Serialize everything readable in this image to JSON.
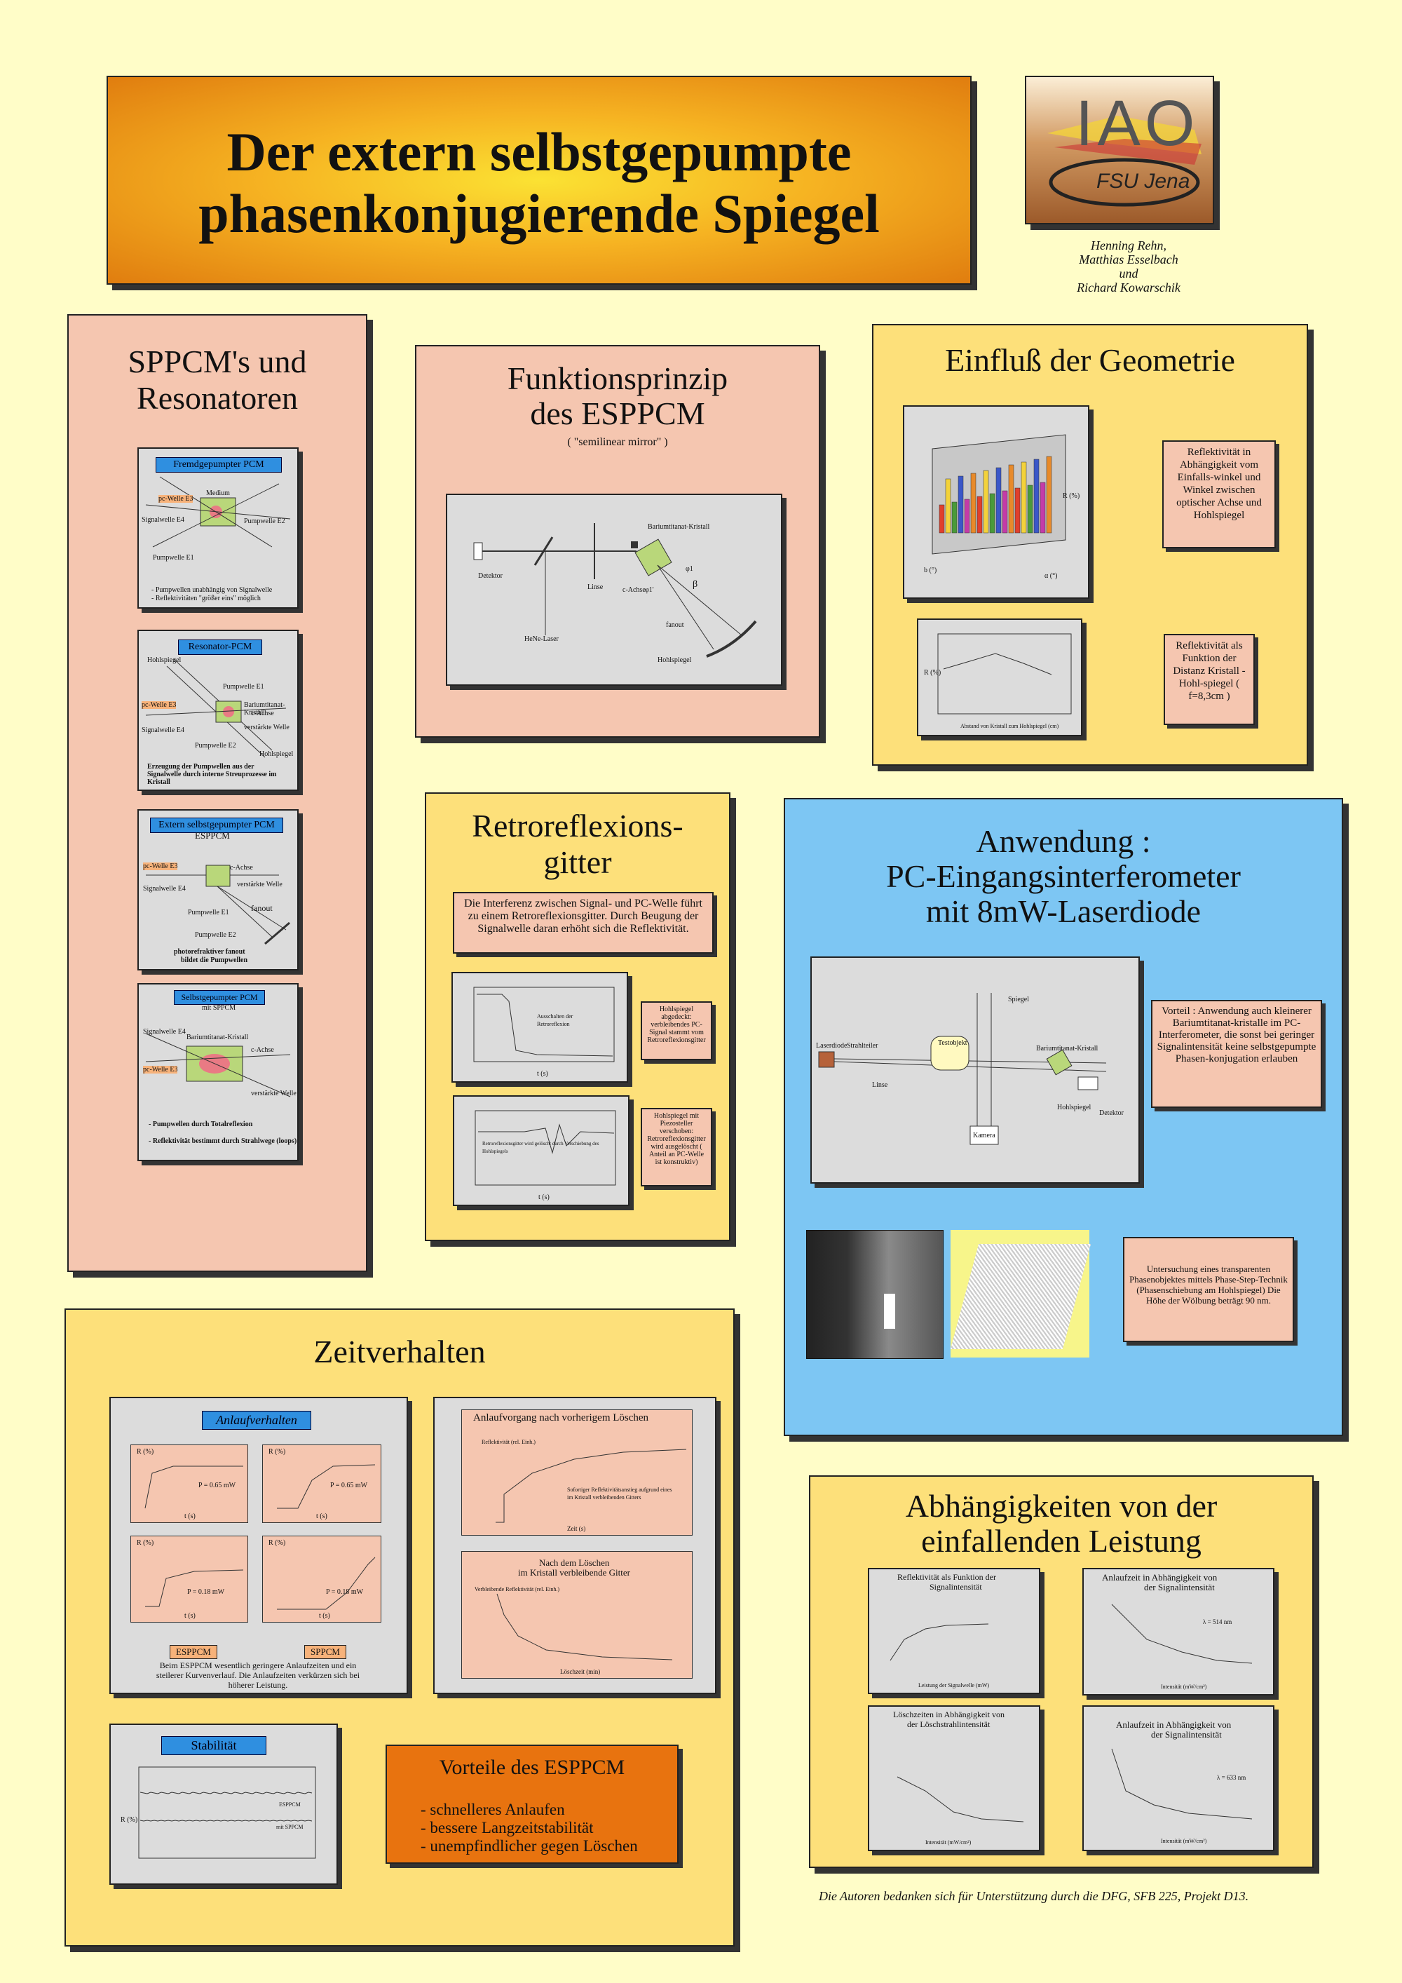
{
  "title": {
    "line1": "Der extern selbstgepumpte",
    "line2": "phasenkonjugierende Spiegel"
  },
  "logo": {
    "main": "IAO",
    "sub": "FSU Jena"
  },
  "authors": [
    "Henning Rehn,",
    "Matthias Esselbach",
    "und",
    "Richard Kowarschik"
  ],
  "sppcm": {
    "title1": "SPPCM's und",
    "title2": "Resonatoren",
    "fremd": {
      "tag": "Fremdgepumpter PCM",
      "pc": "pc-Welle E3",
      "medium": "Medium",
      "signal": "Signalwelle E4",
      "pump2": "Pumpwelle E2",
      "pump1": "Pumpwelle E1",
      "note1": "- Pumpwellen unabhängig von Signalwelle",
      "note2": "- Reflektivitäten \"größer eins\" möglich"
    },
    "reso": {
      "tag": "Resonator-PCM",
      "hohl1": "Hohlspiegel",
      "pumpe": "Pumpwelle E1",
      "pc": "pc-Welle E3",
      "crystal": "Bariumtitanat-Kristall",
      "caxis": "c-Achse",
      "signal": "Signalwelle E4",
      "verst": "verstärkte Welle",
      "pump2": "Pumpwelle E2",
      "hohl2": "Hohlspiegel",
      "note": "Erzeugung der Pumpwellen aus der Signalwelle durch interne Streuprozesse im Kristall"
    },
    "extern": {
      "tag1": "Extern selbstgepumpter PCM",
      "tag2": "ESPPCM",
      "pc": "pc-Welle E3",
      "caxis": "c-Achse",
      "signal": "Signalwelle E4",
      "verst": "verstärkte Welle",
      "pump1": "Pumpwelle E1",
      "fanout": "fanout",
      "pump2": "Pumpwelle E2",
      "note1": "photorefraktiver fanout",
      "note2": "bildet die Pumpwellen"
    },
    "self": {
      "tag1": "Selbstgepumpter PCM",
      "tag2": "mit SPPCM",
      "signal": "Signalwelle E4",
      "crystal": "Bariumtitanat-Kristall",
      "caxis": "c-Achse",
      "pc": "pc-Welle E3",
      "verst": "verstärkte Welle",
      "note1": "- Pumpwellen durch Totalreflexion",
      "note2": "- Reflektivität bestimmt durch Strahlwege (loops)"
    }
  },
  "funktion": {
    "title1": "Funktionsprinzip",
    "title2": "des ESPPCM",
    "sub": "( \"semilinear mirror\" )",
    "detektor": "Detektor",
    "laser": "HeNe-Laser",
    "linse": "Linse",
    "kristall": "Bariumtitanat-Kristall",
    "caxis": "c-Achse",
    "phi": "φ1",
    "phi2": "φ1'",
    "beta": "β",
    "fanout": "fanout",
    "hohl": "Hohlspiegel"
  },
  "geometrie": {
    "title": "Einfluß der Geometrie",
    "box1": "Reflektivität in Abhängigkeit vom Einfalls-winkel und Winkel zwischen optischer Achse und Hohlspiegel",
    "box2": "Reflektivität als Funktion der Distanz Kristall - Hohl-spiegel ( f=8,3cm )",
    "r_label": "R (%)",
    "b_label": "b (°)",
    "a_label": "α (°)",
    "plot_ylabel": "R (%)",
    "plot_xlabel": "Abstand von Kristall zum Hohlspiegel (cm)"
  },
  "retro": {
    "title1": "Retroreflexions-",
    "title2": "gitter",
    "intro": "Die Interferenz zwischen Signal- und PC-Welle führt zu einem Retroreflexionsgitter. Durch Beugung der Signalwelle daran erhöht sich die Reflektivität.",
    "box1": "Hohlspiegel abgedeckt: verbleibendes PC-Signal stammt vom Retroreflexionsgitter",
    "box2": "Hohlspiegel mit Piezosteller verschoben: Retroreflexionsgitter wird ausgelöscht ( Anteil an PC-Welle ist konstruktiv)",
    "note1": "Ausschalten der Retroreflexion",
    "note2": "Retroreflexionsgitter wird gelöscht durch Verschiebung des Hohlspiegels",
    "xlabel": "t (s)"
  },
  "anwendung": {
    "title1": "Anwendung :",
    "title2": "PC-Eingangsinterferometer",
    "title3": "mit 8mW-Laserdiode",
    "vorteil": "Vorteil : Anwendung auch kleinerer Bariumtitanat-kristalle im PC-Interferometer, die sonst bei geringer Signalintensität keine selbstgepumpte Phasen-konjugation erlauben",
    "unters": "Untersuchung eines transparenten Phasenobjektes mittels Phase-Step-Technik (Phasenschiebung am Hohlspiegel) Die Höhe der Wölbung beträgt 90 nm.",
    "laserdiode": "Laserdiode",
    "spiegel": "Spiegel",
    "objekt": "Testobjekt",
    "kristall": "Bariumtitanat-Kristall",
    "linse": "Linse",
    "kamera": "Kamera",
    "hohl": "Hohlspiegel",
    "detektor": "Detektor",
    "strahlteiler": "Strahlteiler"
  },
  "zeit": {
    "title": "Zeitverhalten",
    "anlauf_tag": "Anlaufverhalten",
    "p1": "P = 0.65 mW",
    "p2": "P = 0.65 mW",
    "p3": "P = 0.18 mW",
    "p4": "P = 0.18 mW",
    "r_label": "R (%)",
    "t_label": "t (s)",
    "tag_esppcm": "ESPPCM",
    "tag_sppcm": "SPPCM",
    "anlauf_note": "Beim ESPPCM wesentlich geringere Anlaufzeiten und ein steilerer Kurvenverlauf. Die Anlaufzeiten verkürzen sich bei höherer Leistung.",
    "vor_title": "Anlaufvorgang nach vorherigem Löschen",
    "vor_y": "Reflektivität (rel. Einh.)",
    "vor_x": "Zeit (s)",
    "vor_annot": "Sofortiger Reflektivitätsanstieg aufgrund eines im Kristall verbleibenden Gitters",
    "nach_title1": "Nach dem Löschen",
    "nach_title2": "im Kristall verbleibende Gitter",
    "nach_y": "Verbleibende Reflektivität (rel. Einh.)",
    "nach_x": "Löschzeit (min)",
    "stab_tag": "Stabilität",
    "stab_y": "R (%)",
    "stab_a": "ESPPCM",
    "stab_b": "mit SPPCM",
    "vorteile_title": "Vorteile des ESPPCM",
    "vorteile": [
      "- schnelleres Anlaufen",
      "- bessere Langzeitstabilität",
      "- unempfindlicher gegen Löschen"
    ]
  },
  "leistung": {
    "title1": "Abhängigkeiten von der",
    "title2": "einfallenden Leistung",
    "p1_title1": "Reflektivität als Funktion der",
    "p1_title2": "Signalintensität",
    "p1_x": "Leistung der Signalwelle (mW)",
    "p2_title1": "Anlaufzeit in Abhängigkeit von",
    "p2_title2": "der Signalintensität",
    "p2_legend": "λ = 514 nm",
    "p3_title1": "Löschzeiten in Abhängigkeit von",
    "p3_title2": "der Löschstrahlintensität",
    "p4_title1": "Anlaufzeit in Abhängigkeit von",
    "p4_title2": "der Signalintensität",
    "p4_legend": "λ = 633 nm",
    "x_int": "Intensität (mW/cm²)"
  },
  "footer": "Die Autoren bedanken sich für Unterstützung durch die DFG, SFB 225, Projekt D13.",
  "colors": {
    "background": "#fffdc8",
    "salmon": "#f5c6b0",
    "yellow": "#fde07a",
    "blue": "#7dc6f3",
    "orange": "#e8730f",
    "gray": "#dcdcdc"
  }
}
